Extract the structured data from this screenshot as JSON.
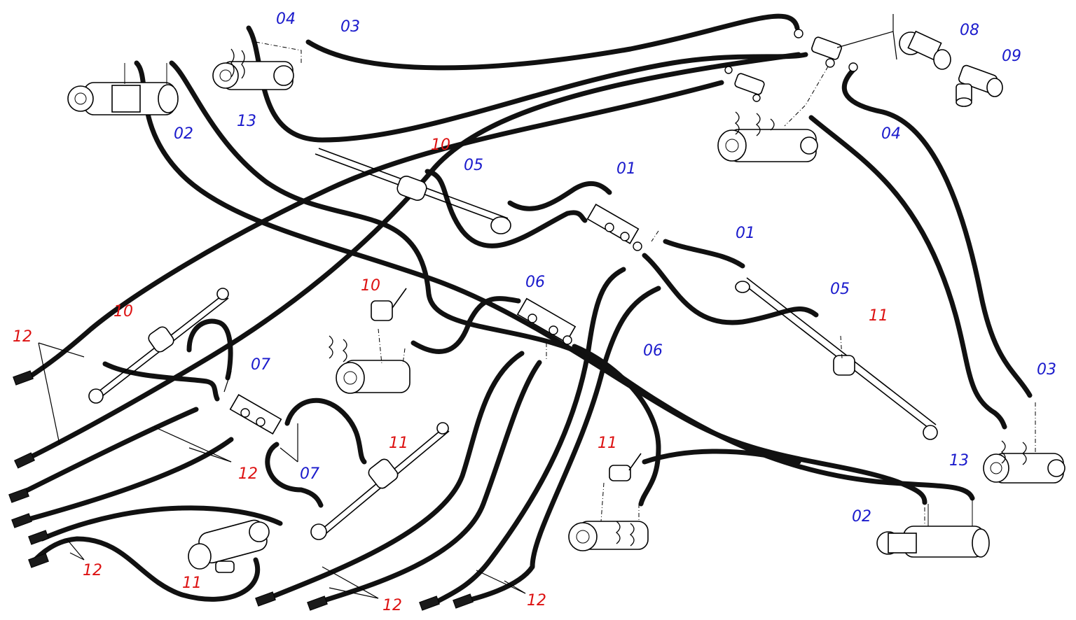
{
  "colors": {
    "hose": "#111111",
    "label_blue": "#1a1acc",
    "label_red": "#dd1111",
    "outline": "#000000",
    "background": "#ffffff"
  },
  "labels": {
    "c01a": "01",
    "c01b": "01",
    "c02a": "02",
    "c02b": "02",
    "c03a": "03",
    "c03b": "03",
    "c04a": "04",
    "c04b": "04",
    "c05a": "05",
    "c05b": "05",
    "c06a": "06",
    "c06b": "06",
    "c07a": "07",
    "c07b": "07",
    "c08": "08",
    "c09": "09",
    "c10a": "10",
    "c10b": "10",
    "c10c": "10",
    "c11a": "11",
    "c11b": "11",
    "c11c": "11",
    "c11d": "11",
    "c12a": "12",
    "c12b": "12",
    "c12c": "12",
    "c12d": "12",
    "c12e": "12",
    "c13a": "13",
    "c13b": "13"
  }
}
